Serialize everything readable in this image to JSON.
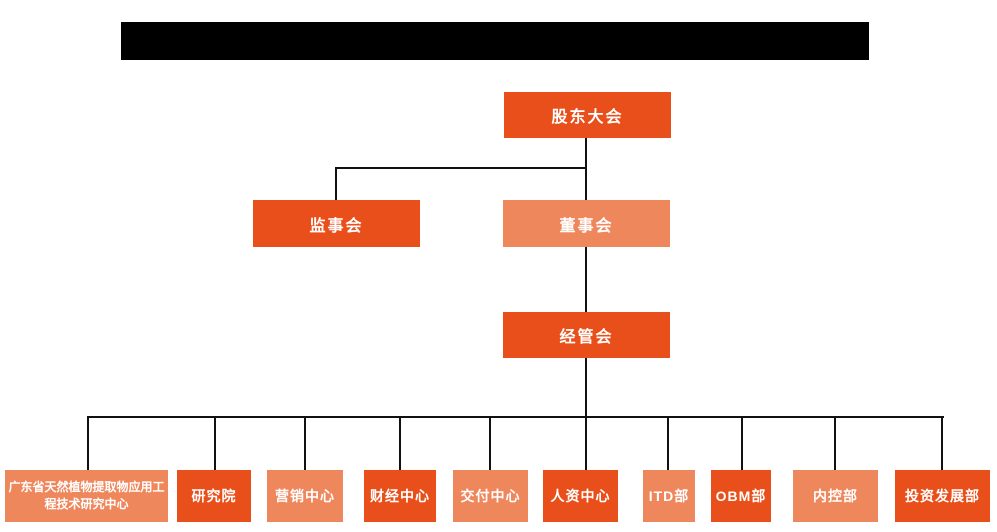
{
  "colors": {
    "primary": "#E94F1A",
    "secondary": "#EF875D",
    "line": "#111111",
    "redacted_bar": "#000000"
  },
  "org_chart": {
    "root": {
      "label": "股东大会",
      "variant": "primary"
    },
    "level2": [
      {
        "label": "监事会",
        "variant": "primary"
      },
      {
        "label": "董事会",
        "variant": "secondary"
      }
    ],
    "level3": {
      "label": "经管会",
      "variant": "primary"
    },
    "departments": [
      {
        "label": "广东省天然植物提取物应用工程技术研究中心",
        "variant": "secondary"
      },
      {
        "label": "研究院",
        "variant": "primary"
      },
      {
        "label": "营销中心",
        "variant": "secondary"
      },
      {
        "label": "财经中心",
        "variant": "primary"
      },
      {
        "label": "交付中心",
        "variant": "secondary"
      },
      {
        "label": "人资中心",
        "variant": "primary"
      },
      {
        "label": "ITD部",
        "variant": "secondary"
      },
      {
        "label": "OBM部",
        "variant": "primary"
      },
      {
        "label": "内控部",
        "variant": "secondary"
      },
      {
        "label": "投资发展部",
        "variant": "primary"
      }
    ]
  }
}
